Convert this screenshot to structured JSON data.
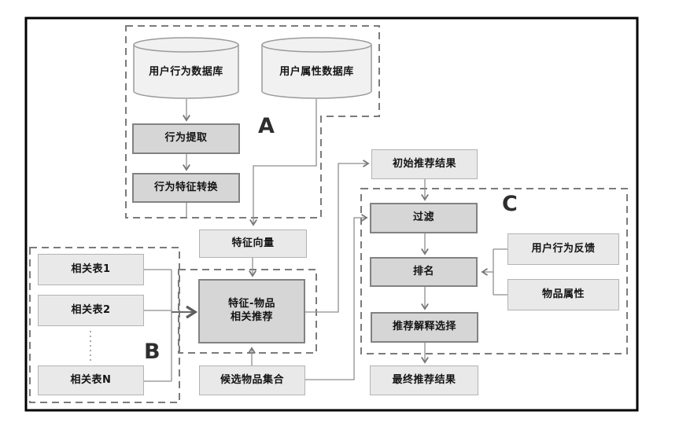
{
  "regions": {
    "a_label": "A",
    "b_label": "B",
    "c_label": "C"
  },
  "nodes": {
    "user_behavior_db": "用户行为数据库",
    "user_attribute_db": "用户属性数据库",
    "behavior_extraction": "行为提取",
    "behavior_feature_conversion": "行为特征转换",
    "feature_vector": "特征向量",
    "related_table_1": "相关表1",
    "related_table_2": "相关表2",
    "related_table_n": "相关表N",
    "feature_item_rec_line1": "特征-物品",
    "feature_item_rec_line2": "相关推荐",
    "candidate_item_set": "候选物品集合",
    "initial_rec_result": "初始推荐结果",
    "filter": "过滤",
    "ranking": "排名",
    "user_behavior_feedback": "用户行为反馈",
    "item_attributes": "物品属性",
    "rec_explanation_selection": "推荐解释选择",
    "final_rec_result": "最终推荐结果"
  },
  "colors": {
    "process_box_fill": "#d6d6d6",
    "process_box_border": "#828282",
    "data_box_fill": "#e9e9e9",
    "data_box_border": "#b3b3b3",
    "cylinder_fill": "#f1f1f1",
    "cylinder_border": "#9a9a9a",
    "connector_line": "#8e8e8e",
    "dashed_region_border": "#7b7b7b",
    "frame_border": "#000000"
  }
}
